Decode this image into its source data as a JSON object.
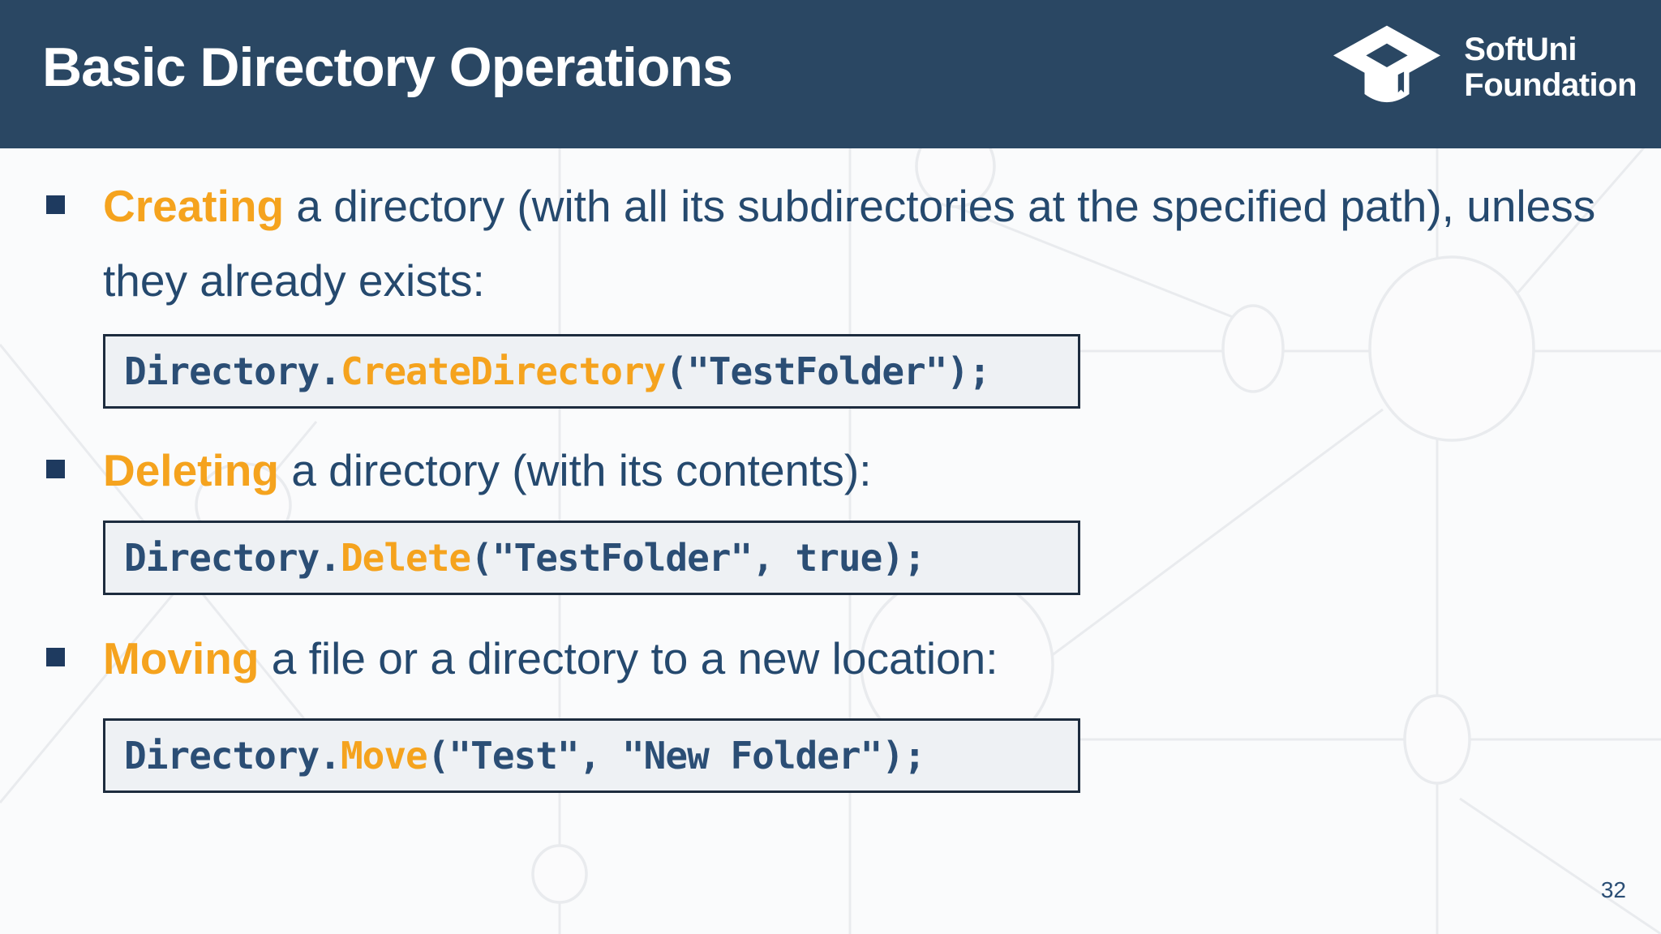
{
  "slide": {
    "header": {
      "title": "Basic Directory Operations"
    },
    "logo": {
      "icon": "graduation-cap-icon",
      "line1": "SoftUni",
      "line2": "Foundation"
    },
    "bullets": [
      {
        "lead": "Creating",
        "rest": "a directory (with all its subdirectories at the specified path), unless they already exists:",
        "code": [
          {
            "text": "Directory.",
            "color": "navy"
          },
          {
            "text": "CreateDirectory",
            "color": "orange"
          },
          {
            "text": "(\"TestFolder\");",
            "color": "navy"
          }
        ]
      },
      {
        "lead": "Deleting",
        "rest": "a directory (with its contents):",
        "code": [
          {
            "text": "Directory.",
            "color": "navy"
          },
          {
            "text": "Delete",
            "color": "orange"
          },
          {
            "text": "(\"TestFolder\", true);",
            "color": "navy"
          }
        ]
      },
      {
        "lead": "Moving",
        "rest": "a file or a directory to a new location:",
        "code": [
          {
            "text": "Directory.",
            "color": "navy"
          },
          {
            "text": "Move",
            "color": "orange"
          },
          {
            "text": "(\"Test\", \"New Folder\");",
            "color": "navy"
          }
        ]
      }
    ],
    "page_number": "32",
    "colors": {
      "header_bg": "#2a4763",
      "accent_orange": "#f5a31e",
      "text_navy": "#25496e",
      "code_navy": "#2b4e75",
      "code_box_bg": "#eef1f4",
      "code_box_border": "#1d2c3e",
      "bullet_square": "#1e3a5f",
      "background": "#fafbfc"
    }
  }
}
